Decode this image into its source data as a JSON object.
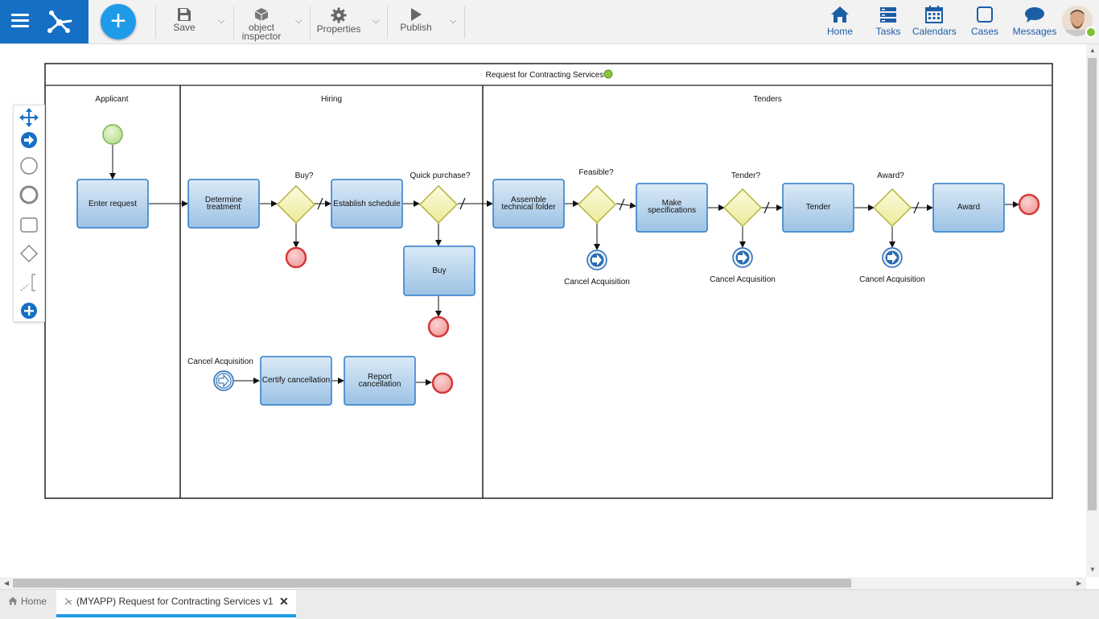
{
  "toolbar": {
    "save_label": "Save",
    "object_inspector_label": "object inspector",
    "properties_label": "Properties",
    "publish_label": "Publish"
  },
  "nav": {
    "home": "Home",
    "tasks": "Tasks",
    "calendars": "Calendars",
    "cases": "Cases",
    "messages": "Messages"
  },
  "diagram": {
    "pool_title": "Request for Contracting Services",
    "lanes": [
      "Applicant",
      "Hiring",
      "Tenders"
    ],
    "tasks": {
      "enter_request": "Enter request",
      "determine_treatment_1": "Determine",
      "determine_treatment_2": "treatment",
      "establish_schedule": "Establish schedule",
      "assemble_1": "Assemble",
      "assemble_2": "technical folder",
      "make_spec_1": "Make",
      "make_spec_2": "specifications",
      "tender": "Tender",
      "award": "Award",
      "buy": "Buy",
      "certify_cancellation": "Certify cancellation",
      "report_1": "Report",
      "report_2": "cancellation"
    },
    "gateways": {
      "buy": "Buy?",
      "quick_purchase": "Quick purchase?",
      "feasible": "Feasible?",
      "tender": "Tender?",
      "award": "Award?"
    },
    "events": {
      "cancel_acquisition": "Cancel Acquisition"
    }
  },
  "tabs": {
    "home": "Home",
    "document": "(MYAPP) Request for Contracting Services v1"
  },
  "colors": {
    "brand": "#1570c5",
    "accent": "#1e9be8",
    "task_fill": "#bcd6ec",
    "task_border": "#2b7cc9",
    "gateway_fill": "#f4f3b5",
    "start_fill": "#c6e6a6",
    "end_fill": "#f6a9a9"
  }
}
